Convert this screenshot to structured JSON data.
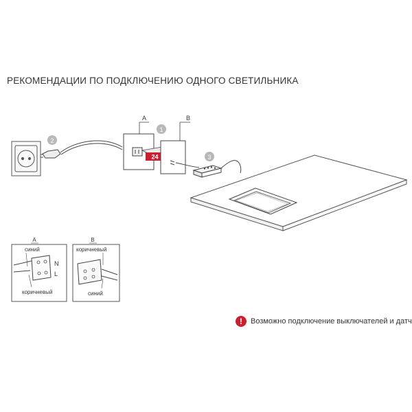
{
  "title": "РЕКОМЕНДАЦИИ ПО ПОДКЛЮЧЕНИЮ ОДНОГО СВЕТИЛЬНИКА",
  "labels": {
    "a": "A",
    "b": "B",
    "num1": "1",
    "num2": "2",
    "num3": "3",
    "voltage": "24 В"
  },
  "detail_a": {
    "label": "A",
    "wire_top": "синий",
    "wire_bottom": "коричневый",
    "terminal_n": "N",
    "terminal_l": "L"
  },
  "detail_b": {
    "label": "B",
    "wire_top": "коричневый",
    "wire_bottom": "синий"
  },
  "note": {
    "icon": "!",
    "text": "Возможно подключение выключателей и датчиков"
  },
  "colors": {
    "accent": "#c8202f",
    "line": "#444444",
    "badge": "#b8b8b8"
  }
}
